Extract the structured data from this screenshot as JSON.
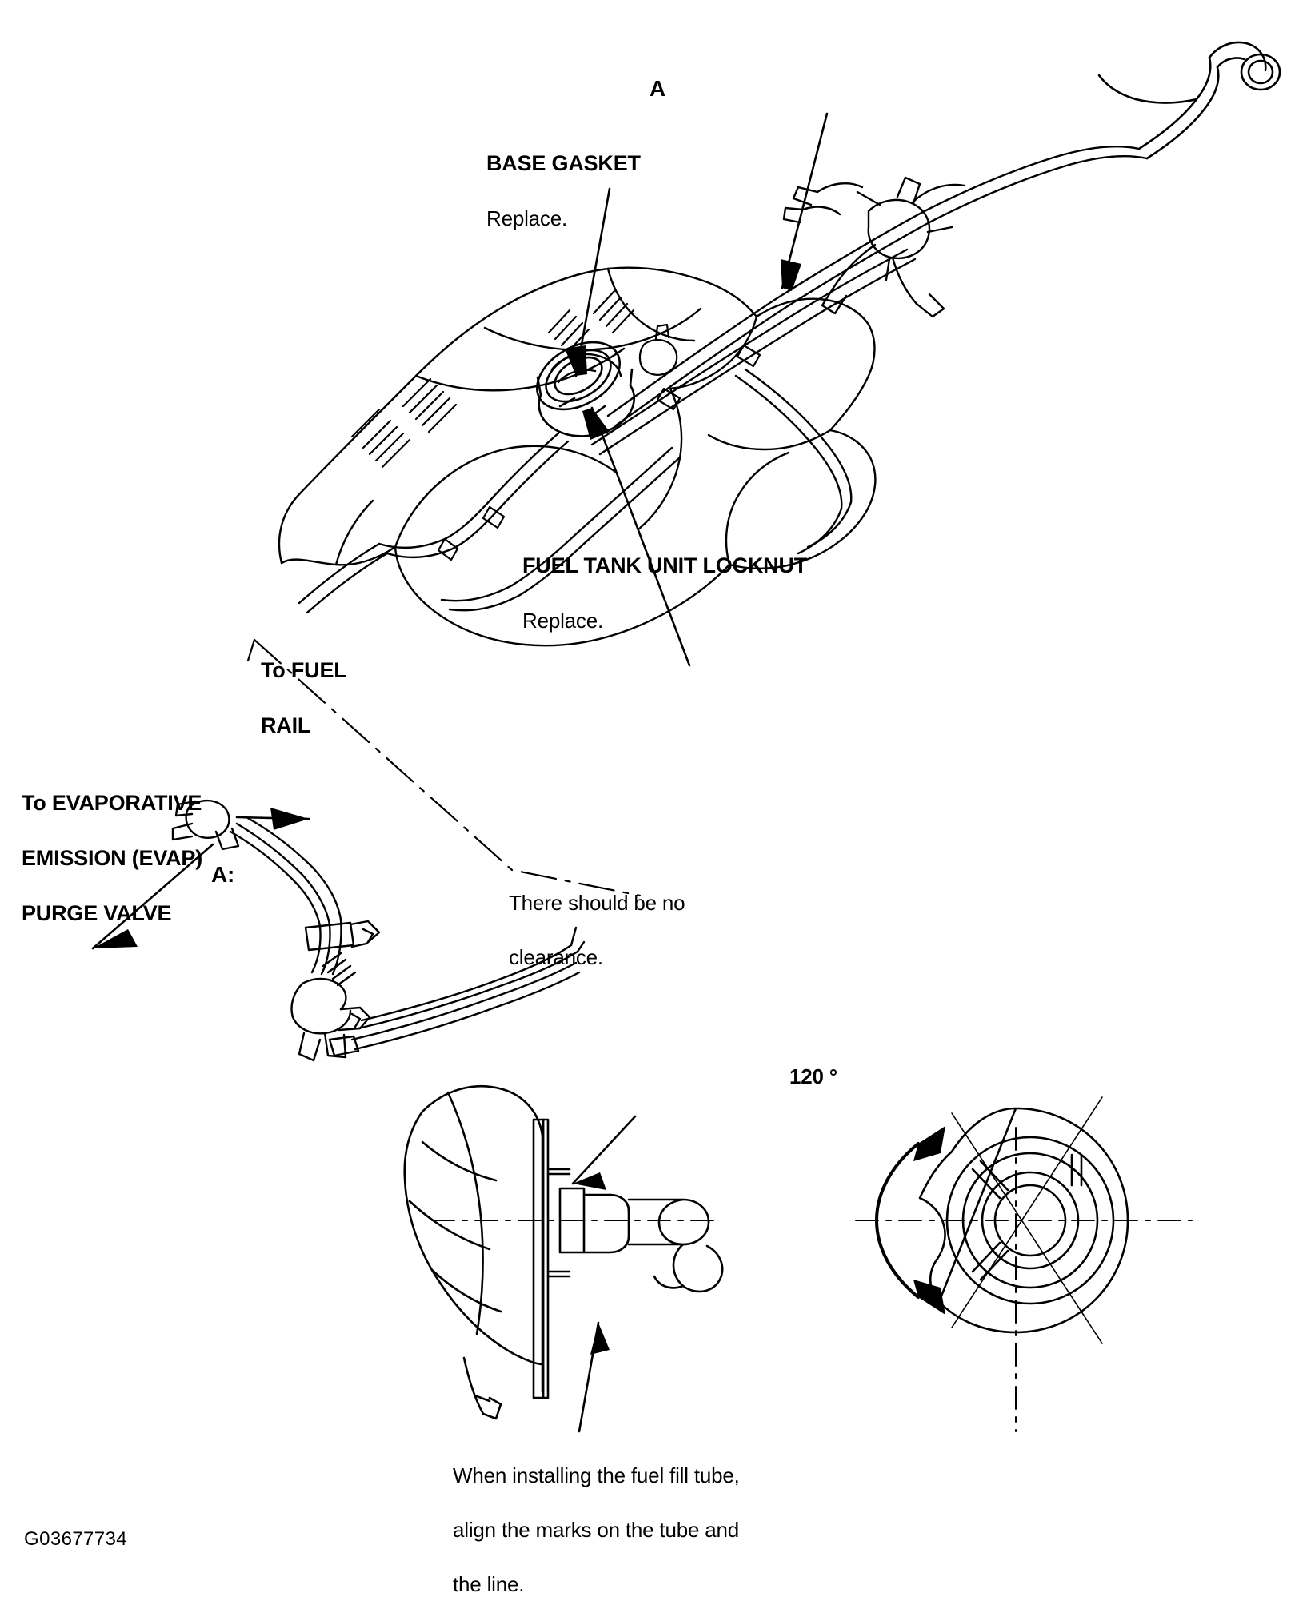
{
  "figure": {
    "id": "G03677734",
    "detail_marker_top": "A",
    "detail_section_label": "A:"
  },
  "callouts": {
    "base_gasket": {
      "title": "BASE GASKET",
      "note": "Replace."
    },
    "fuel_tank_unit_locknut": {
      "title": "FUEL TANK UNIT LOCKNUT",
      "note": "Replace."
    },
    "to_fuel_rail": {
      "line1": "To FUEL",
      "line2": "RAIL"
    },
    "to_evap_purge_valve": {
      "line1": "To EVAPORATIVE",
      "line2": "EMISSION (EVAP)",
      "line3": "PURGE VALVE"
    }
  },
  "detail_a": {
    "clearance_note": {
      "line1": "There should be no",
      "line2": "clearance."
    },
    "align_note": {
      "line1": "When installing the fuel fill tube,",
      "line2": "align the marks on the tube and",
      "line3": "the line."
    },
    "angle": "120 °"
  },
  "icons": {
    "arrow": "arrow-head-icon",
    "leader": "leader-line-icon"
  },
  "colors": {
    "line": "#000000",
    "background": "#ffffff"
  }
}
